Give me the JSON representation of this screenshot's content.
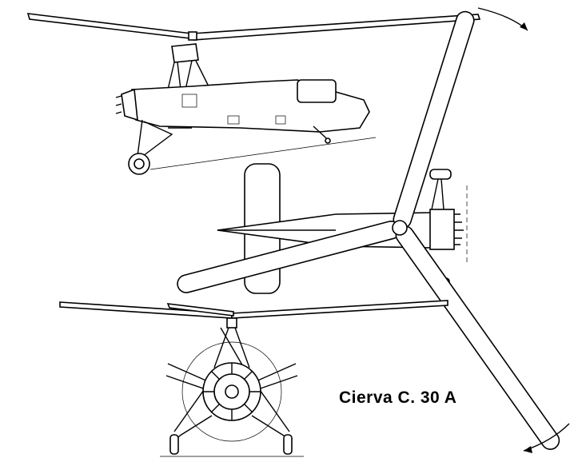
{
  "drawing": {
    "title": "Cierva C. 30 A",
    "views": [
      "side-view",
      "top-view",
      "front-view"
    ],
    "line_color": "#000000",
    "background": "#ffffff"
  }
}
